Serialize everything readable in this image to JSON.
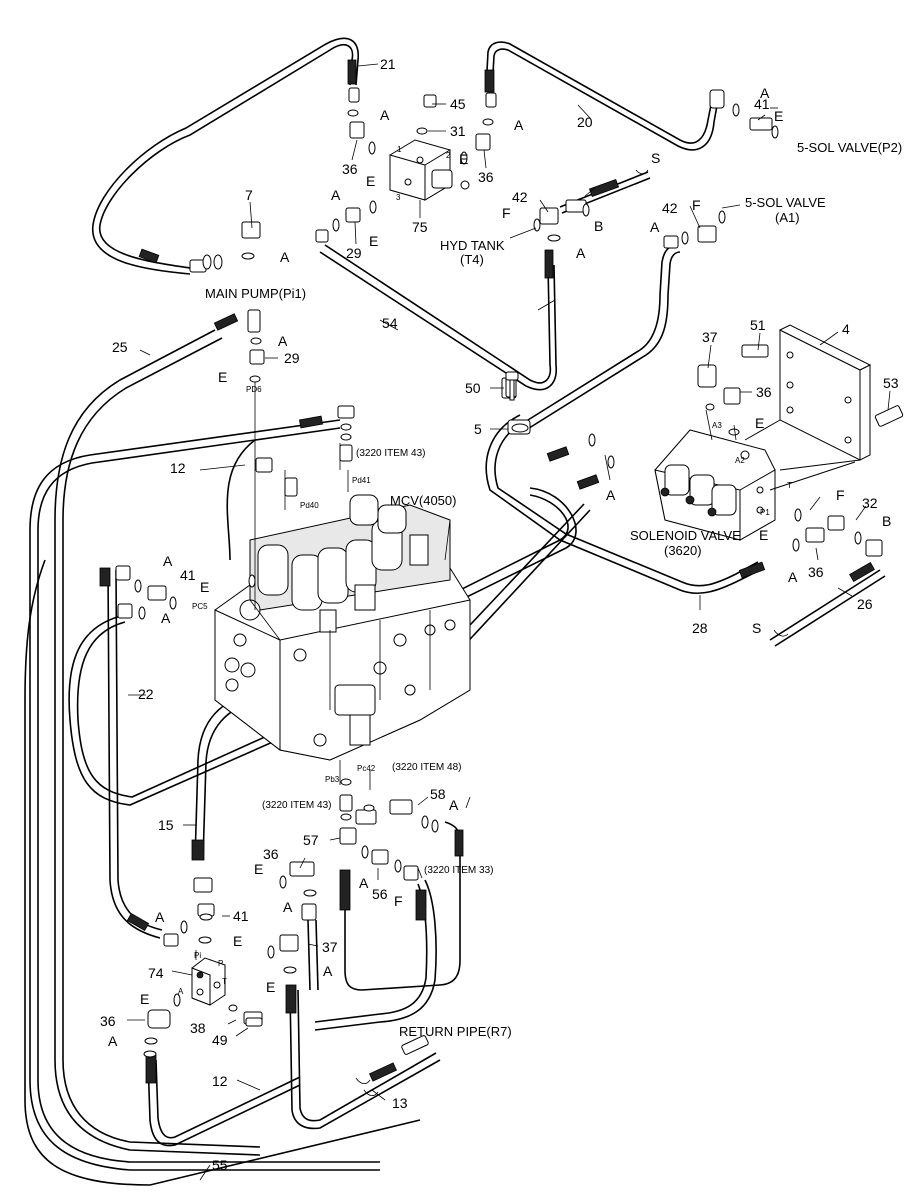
{
  "labels": {
    "main_pump": "MAIN PUMP(Pi1)",
    "sol_p2": "5-SOL VALVE(P2)",
    "sol_a1_l1": "5-SOL VALVE",
    "sol_a1_l2": "(A1)",
    "hyd_tank_l1": "HYD TANK",
    "hyd_tank_l2": "(T4)",
    "mcv": "MCV(4050)",
    "sol_valve_l1": "SOLENOID VALVE",
    "sol_valve_l2": "(3620)",
    "return_pipe": "RETURN PIPE(R7)",
    "item43_top": "(3220 ITEM 43)",
    "item43_bot": "(3220 ITEM 43)",
    "item48": "(3220 ITEM 48)",
    "item33": "(3220 ITEM 33)"
  },
  "ports": {
    "pd6": "PD6",
    "pd41": "Pd41",
    "pd40": "Pd40",
    "pc5": "PC5",
    "pb3": "Pb3",
    "pc42": "Pc42",
    "a3": "A3",
    "a2": "A2",
    "t": "T",
    "p1": "P1",
    "p": "P",
    "pi": "Pi",
    "a": "A",
    "t2": "T",
    "v1": "1",
    "v2": "2",
    "v3": "3"
  },
  "part_numbers": {
    "n21": "21",
    "n20": "20",
    "n45": "45",
    "n31": "31",
    "n41a": "41",
    "n36a": "36",
    "n36b": "36",
    "n75": "75",
    "n29a": "29",
    "n7": "7",
    "n42a": "42",
    "n42b": "42",
    "n54": "54",
    "n25": "25",
    "n29b": "29",
    "n50": "50",
    "n5": "5",
    "n37a": "37",
    "n51": "51",
    "n4": "4",
    "n53": "53",
    "n36c": "36",
    "n12a": "12",
    "n32": "32",
    "n36d": "36",
    "n26": "26",
    "n28": "28",
    "n41b": "41",
    "n22": "22",
    "n15": "15",
    "n58": "58",
    "n57": "57",
    "n56": "56",
    "n36e": "36",
    "n41c": "41",
    "n37b": "37",
    "n74": "74",
    "n36f": "36",
    "n38": "38",
    "n49": "49",
    "n12b": "12",
    "n13": "13",
    "n55": "55"
  },
  "letters": {
    "A": "A",
    "B": "B",
    "E": "E",
    "F": "F",
    "S": "S"
  }
}
